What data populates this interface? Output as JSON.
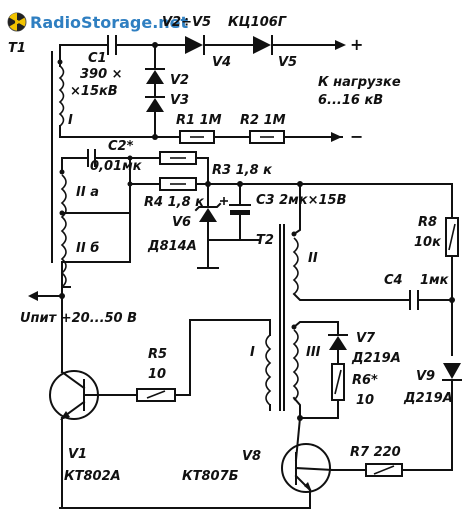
{
  "watermark": {
    "site": "RadioStorage.net",
    "icon": "radiation-logo-icon",
    "color": "#2f7fc1"
  },
  "labels": {
    "t1": "T1",
    "c1": "C1",
    "c1_value_1": "390 ×",
    "c1_value_2": "×15кВ",
    "v2_v5": "V2÷V5",
    "kc106g": "КЦ106Г",
    "v4": "V4",
    "v5": "V5",
    "plus": "+",
    "minus": "−",
    "v2": "V2",
    "v3": "V3",
    "r1": "R1 1M",
    "r2": "R2 1M",
    "load_1": "К нагрузке",
    "load_2": "6...16 кВ",
    "roman_i": "I",
    "c2": "C2*",
    "c2_value": "0,01мк",
    "winding_iia": "II а",
    "winding_iib": "II б",
    "r3": "R3 1,8 к",
    "r4": "R4 1,8 к",
    "v6_zener": "V6",
    "d814a": "Д814А",
    "c3": "C3 2мк×15В",
    "t2": "T2",
    "r8": "R8",
    "r8_value": "10к",
    "t2_winding_ii": "II",
    "c4": "C4",
    "c4_value": "1мк",
    "supply": "Uпит +20...50 В",
    "r5": "R5",
    "r5_value": "10",
    "t2_winding_i": "I",
    "t2_winding_iii": "III",
    "v7": "V7",
    "v7_type": "Д219А",
    "r6": "R6*",
    "r6_value": "10",
    "v9": "V9",
    "v9_type": "Д219А",
    "v1": "V1",
    "v1_type": "КТ802А",
    "v8": "V8",
    "v8_type": "КТ807Б",
    "r7": "R7 220"
  }
}
